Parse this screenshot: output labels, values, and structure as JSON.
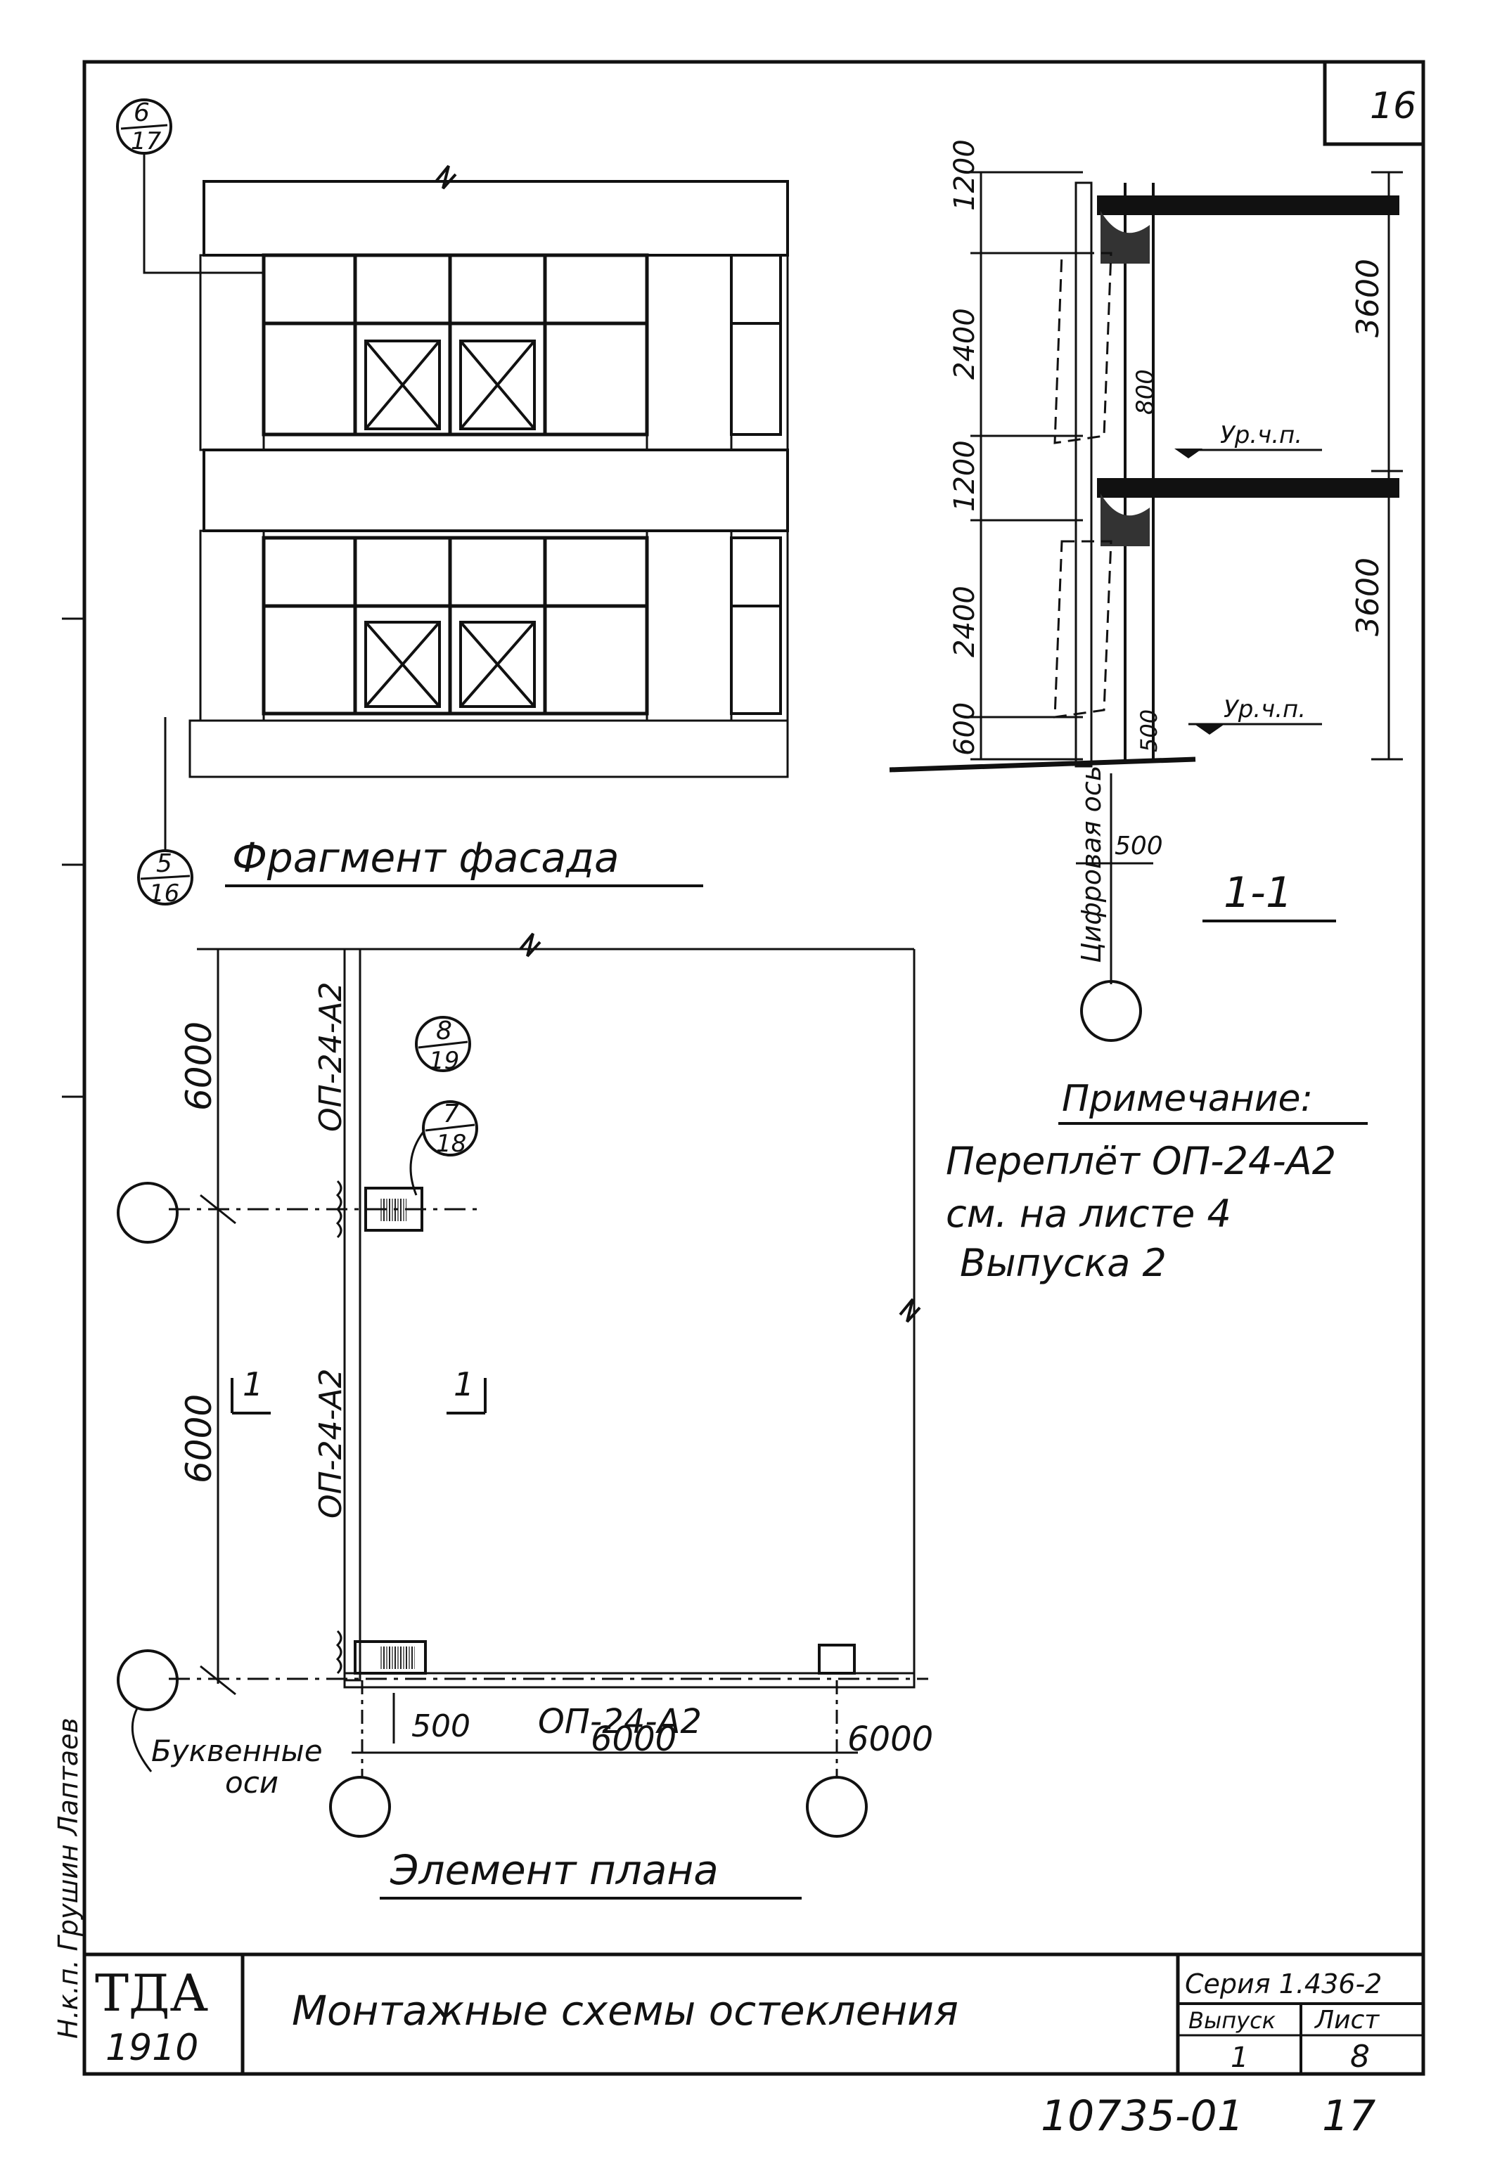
{
  "sheet": {
    "sheet_corner": "16",
    "page_number": "17",
    "archive_code": "10735-01"
  },
  "facade": {
    "title": "Фрагмент фасада",
    "callout_top": {
      "num": "6",
      "den": "17"
    },
    "callout_bottom": {
      "num": "5",
      "den": "16"
    }
  },
  "section": {
    "title": "1-1",
    "dims_left": [
      "1200",
      "2400",
      "1200",
      "2400",
      "600"
    ],
    "dims_right": [
      "3600",
      "3600"
    ],
    "dim_800": "800",
    "dim_500_low": "500",
    "dim_500_axis": "500",
    "level_1": "Ур.ч.п.",
    "level_2": "Ур.ч.п.",
    "axis_label": "Цифровая ось"
  },
  "plan": {
    "title": "Элемент плана",
    "dim_6000_top": "6000",
    "dim_6000_mid": "6000",
    "dim_500": "500",
    "dim_6000_bottom": "6000",
    "dim_6000_right": "6000",
    "frame_label_top": "ОП-24-А2",
    "frame_label_mid": "ОП-24-А2",
    "frame_label_bottom": "ОП-24-А2",
    "section_mark_left": "1",
    "section_mark_right": "1",
    "callout_a": {
      "num": "8",
      "den": "19"
    },
    "callout_b": {
      "num": "7",
      "den": "18"
    },
    "letter_axes_label": [
      "Буквенные",
      "оси"
    ]
  },
  "note": {
    "heading": "Примечание:",
    "lines": [
      "Переплёт ОП-24-А2",
      "см. на листе 4",
      "Выпуска 2"
    ]
  },
  "title_block": {
    "org": "ТДА",
    "year": "1910",
    "title": "Монтажные схемы остекления",
    "series": "Серия 1.436-2",
    "issue_label": "Выпуск",
    "issue_value": "1",
    "sheet_label": "Лист",
    "sheet_value": "8"
  },
  "side_stamp": "Н.к.п. Грушин Лаптаев"
}
